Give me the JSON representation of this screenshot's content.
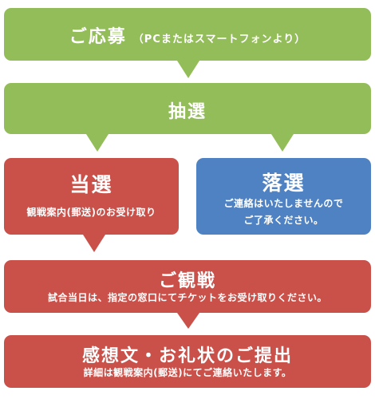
{
  "steps": {
    "apply": {
      "title": "ご応募",
      "sub": "（PCまたはスマートフォンより）"
    },
    "lottery": {
      "title": "抽選"
    },
    "win": {
      "title": "当選",
      "note": "観戦案内(郵送)のお受け取り"
    },
    "lose": {
      "title": "落選",
      "note_line1": "ご連絡はいたしませんので",
      "note_line2": "ご了承ください。"
    },
    "watch": {
      "title": "ご観戦",
      "note": "試合当日は、指定の窓口にてチケットをお受け取りください。"
    },
    "report": {
      "title": "感想文・お礼状のご提出",
      "note": "詳細は観戦案内(郵送)にてご連絡いたします。"
    }
  },
  "colors": {
    "green": "#93bd58",
    "red": "#c9514a",
    "blue": "#4f82c3"
  }
}
